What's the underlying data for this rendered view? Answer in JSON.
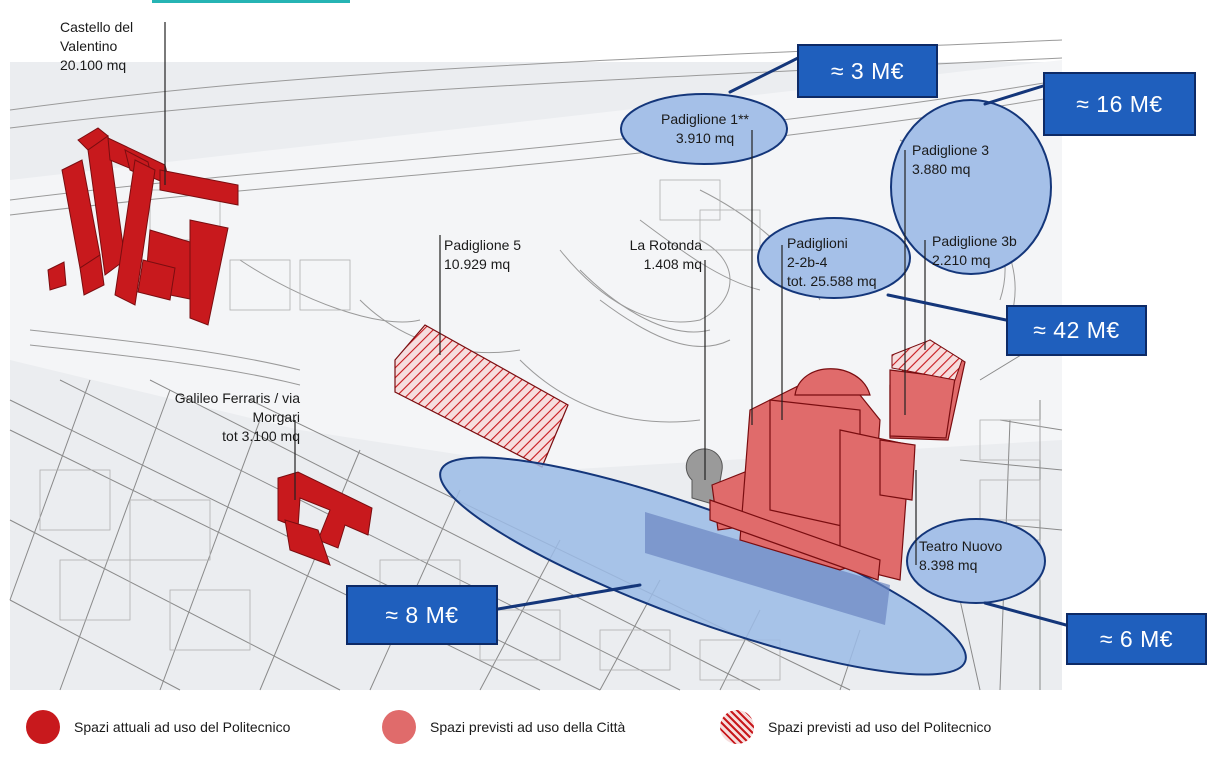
{
  "colors": {
    "current_use": "#c8191d",
    "planned_city": "#e06b6b",
    "planned_polito_stripe": "#c8191d",
    "cost_box": "#1f5fbd",
    "cost_border": "#0d2a66",
    "ellipse_fill": "#9bbbe6",
    "ellipse_stroke": "#14367a",
    "streets": "#8a8a8a"
  },
  "labels": {
    "castello": "Castello del\nValentino\n20.100 mq",
    "padiglione5": "Padiglione 5\n10.929 mq",
    "galileo": "Galileo Ferraris / via\nMorgari\ntot 3.100 mq",
    "rotonda": "La Rotonda\n1.408 mq",
    "padiglione1": "Padiglione 1**\n3.910 mq",
    "padiglione3": "Padiglione 3\n3.880 mq",
    "padiglione3b": "Padiglione 3b\n2.210 mq",
    "padiglioni2": "Padiglioni\n2-2b-4\ntot. 25.588 mq",
    "teatro": "Teatro Nuovo\n8.398 mq"
  },
  "costs": {
    "c1": "≈ 3 M€",
    "c2": "≈ 16 M€",
    "c3": "≈ 42 M€",
    "c4": "≈ 8 M€",
    "c5": "≈ 6 M€"
  },
  "legend": {
    "current": "Spazi attuali ad uso del Politecnico",
    "city": "Spazi previsti ad uso della Città",
    "planned": "Spazi previsti ad uso del Politecnico"
  }
}
